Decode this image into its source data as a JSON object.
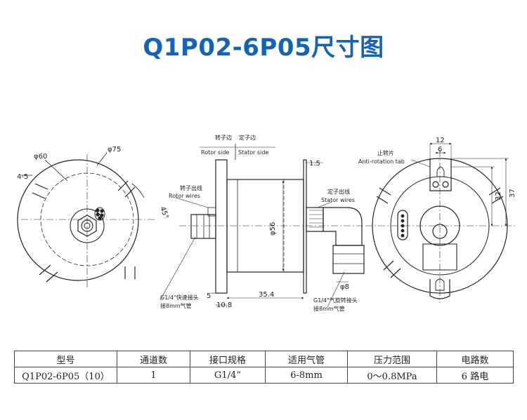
{
  "title": "Q1P02-6P05尺寸图",
  "front_view": {
    "dim_outer": "φ75",
    "dim_inner": "φ60",
    "dim_slot": "4-5",
    "dim_angle": "45°"
  },
  "side_view": {
    "rotor_side_cn": "转子边",
    "stator_side_cn": "定子边",
    "rotor_side": "Rotor side",
    "stator_side": "Stator side",
    "rotor_wires_cn": "转子出线",
    "rotor_wires": "Rotor wires",
    "stator_wires_cn": "定子出线",
    "stator_wires": "Stator wires",
    "dim_flange": "1.5",
    "dim_body": "φ56",
    "dim_phi8": "φ8",
    "dim_5": "5",
    "dim_10_8": "10.8",
    "dim_35_4": "35.4",
    "fitting_quick_1": "G1/4\"快速接头",
    "fitting_quick_2": "接8mm气管",
    "fitting_rot_1": "G1/4\"气旋转接头",
    "fitting_rot_2": "接8mm气管"
  },
  "rear_view": {
    "anti_rotation_cn": "止转片",
    "anti_rotation": "Anti-rotation tab",
    "dim_12": "12",
    "dim_6": "6",
    "dim_32": "32",
    "dim_37": "37"
  },
  "spec_table": {
    "headers": [
      "型号",
      "通道数",
      "接口规格",
      "适用气管",
      "压力范围",
      "电路数"
    ],
    "row": [
      "Q1P02-6P05（10）",
      "1",
      "G1/4”",
      "6-8mm",
      "0～0.8MPa",
      "6 路电"
    ]
  }
}
